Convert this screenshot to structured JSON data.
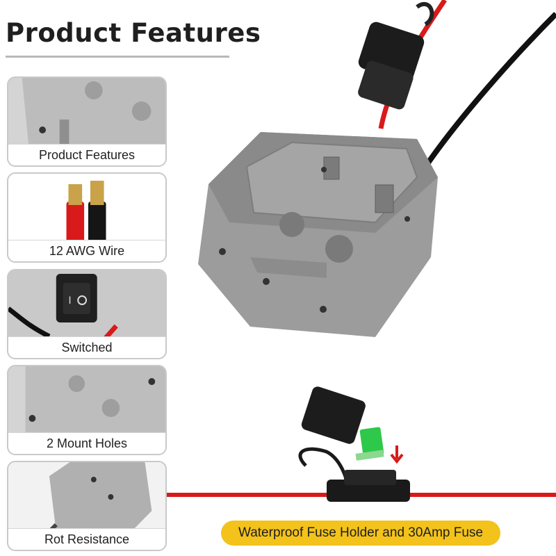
{
  "header": {
    "title": "Product Features"
  },
  "features": [
    {
      "label": "Product Features",
      "icon": "adapter-closeup-icon"
    },
    {
      "label": "12 AWG Wire",
      "icon": "wire-strands-icon"
    },
    {
      "label": "Switched",
      "icon": "rocker-switch-icon"
    },
    {
      "label": "2 Mount Holes",
      "icon": "mount-holes-icon"
    },
    {
      "label": "Rot Resistance",
      "icon": "adapter-base-icon"
    }
  ],
  "banner": {
    "text": "Waterproof Fuse Holder and 30Amp Fuse"
  },
  "colors": {
    "housing": "#9a9a9a",
    "wire_red": "#d81a1a",
    "wire_black": "#111111",
    "banner": "#f3c21b",
    "fuse_green": "#2ec84a"
  }
}
